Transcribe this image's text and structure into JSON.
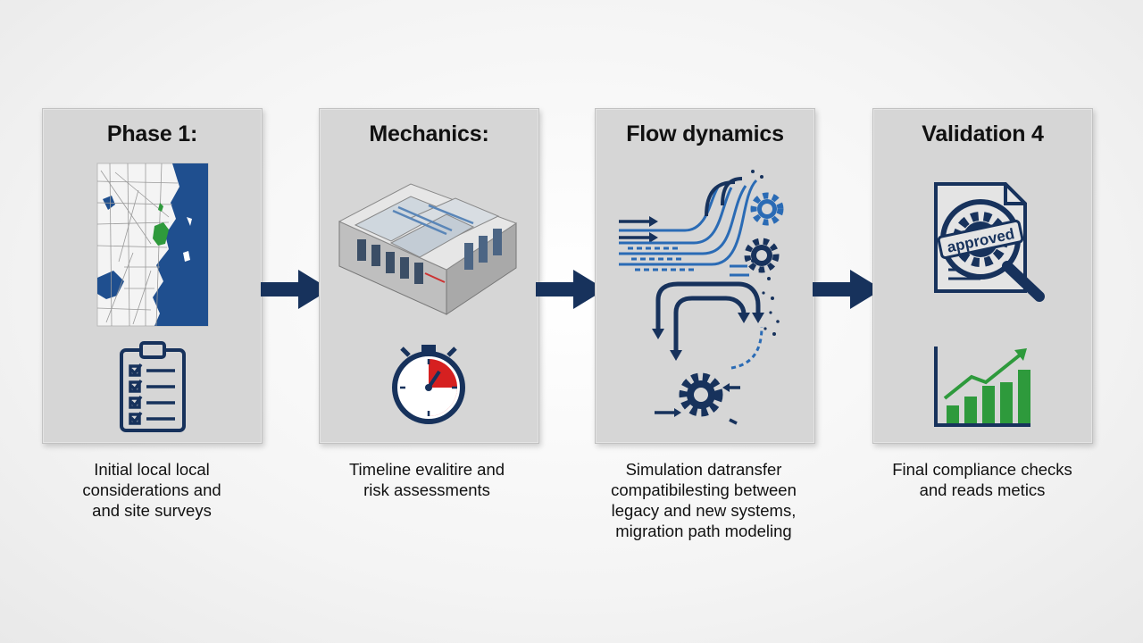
{
  "phases": [
    {
      "title": "Phase 1:",
      "caption": [
        "Initial local local",
        "considerations and",
        "and site surveys"
      ],
      "icons": [
        "city-map-icon",
        "clipboard-checklist-icon"
      ]
    },
    {
      "title": "Mechanics:",
      "caption": [
        "Timeline evalitire and",
        "risk assessments"
      ],
      "icons": [
        "data-center-building-icon",
        "stopwatch-icon"
      ]
    },
    {
      "title": "Flow dynamics",
      "caption": [
        "Simulation datransfer",
        "compatibilesting between",
        "legacy and new systems,",
        "migration path modeling"
      ],
      "icons": [
        "flow-arrows-icon",
        "gear-icon"
      ]
    },
    {
      "title": "Validation 4",
      "caption": [
        "Final compliance checks",
        "and reads metics"
      ],
      "icons": [
        "approved-document-icon",
        "growth-bar-chart-icon"
      ],
      "stamp": "approved"
    }
  ],
  "colors": {
    "navy": "#17325c",
    "blue": "#2a6bb5",
    "green": "#2e9a3c",
    "red": "#d62020",
    "panel": "#d6d6d6"
  }
}
